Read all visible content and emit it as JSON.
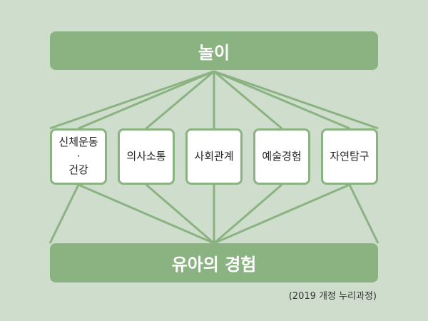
{
  "diagram": {
    "top_label": "놀이",
    "bottom_label": "유아의 경험",
    "areas": [
      {
        "line1": "신체운동",
        "line2": "·",
        "line3": "건강"
      },
      {
        "line1": "의사소통"
      },
      {
        "line1": "사회관계"
      },
      {
        "line1": "예술경험"
      },
      {
        "line1": "자연탐구"
      }
    ],
    "source": "(2019 개정 누리과정)"
  },
  "colors": {
    "background": "#cfddcc",
    "accent": "#8ab381",
    "box_fill": "#ffffff"
  }
}
